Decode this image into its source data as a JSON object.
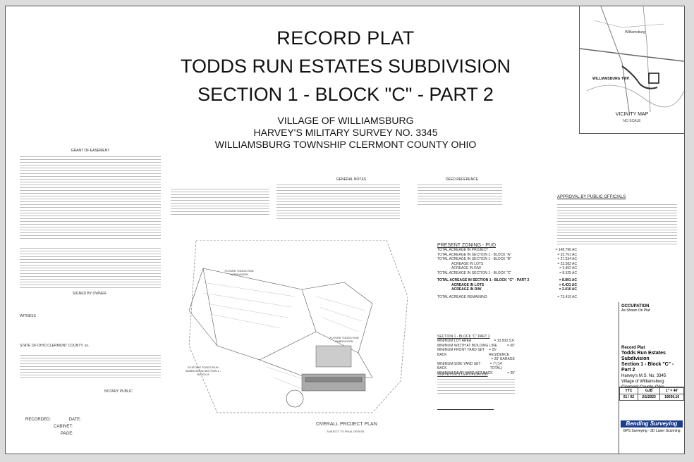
{
  "title": {
    "line1": "RECORD PLAT",
    "line2": "TODDS RUN ESTATES SUBDIVISION",
    "line3": "SECTION 1 - BLOCK \"C\" - PART 2"
  },
  "subtitle": {
    "line1": "VILLAGE OF WILLIAMSBURG",
    "line2": "HARVEY'S MILITARY SURVEY NO. 3345",
    "line3": "WILLIAMSBURG TOWNSHIP    CLERMONT COUNTY OHIO"
  },
  "vicinity": {
    "label": "VICINITY   MAP",
    "sub": "NO SCALE",
    "place1": "Williamsburg",
    "place2": "WILLIAMSBURG TWP."
  },
  "sections": {
    "grant": "GRANT OF EASEMENT",
    "general": "GENERAL NOTES",
    "deed": "DEED REFERENCE",
    "approval": "APPROVAL BY PUBLIC OFFICIALS",
    "owner": "SIGNED BY OWNER",
    "witness": "WITNESS",
    "state": "STATE OF OHIO      CLERMONT COUNTY, ss.",
    "notary": "NOTARY PUBLIC",
    "surveyor": "SURVEYOR'S CERTIFICATION"
  },
  "present_zoning": {
    "header": "PRESENT ZONING - PUD",
    "rows": [
      {
        "label": "TOTAL ACREAGE IN PROJECT",
        "value": "= 148.790 AC"
      },
      {
        "label": "TOTAL ACREAGE IN SECTION 1 - BLOCK \"A\"",
        "value": "= 33.761 AC"
      },
      {
        "label": "TOTAL ACREAGE IN SECTION 1 - BLOCK \"B\"",
        "value": "= 27.534 AC"
      },
      {
        "label": "ACREAGE IN LOTS",
        "value": "= 23.582 AC"
      },
      {
        "label": "ACREAGE IN R/W",
        "value": "= 3.952 AC"
      },
      {
        "label": "TOTAL ACREAGE IN SECTION 1 - BLOCK \"C\"",
        "value": "= 8.525 AC"
      }
    ],
    "bold_rows": [
      {
        "label": "TOTAL ACREAGE IN SECTION 1 - BLOCK \"C\" - PART 2",
        "value": "= 8.891 AC"
      },
      {
        "label": "ACREAGE IN LOTS",
        "value": "= 6.431 AC"
      },
      {
        "label": "ACREAGE IN R/W",
        "value": "= 2.010 AC"
      }
    ],
    "remaining": {
      "label": "TOTAL ACREAGE REMAINING",
      "value": "= 73.419 AC"
    }
  },
  "section_block": {
    "header": "SECTION 1 - BLOCK \"C\" PART 2",
    "rows": [
      {
        "label": "MINIMUM LOT AREA",
        "value": "= 10,500 S.F."
      },
      {
        "label": "MINIMUM WIDTH AT BUILDING LINE",
        "value": "= 60'"
      },
      {
        "label": "MINIMUM FRONT YARD SET BACK",
        "value": "= 25' RESIDENCE"
      },
      {
        "label": "",
        "value": "= 20' GARAGE"
      },
      {
        "label": "MINIMUM SIDE YARD SET BACK",
        "value": "= 7' (14' TOTAL)"
      },
      {
        "label": "MINIMUM REAR YARD SET BACK",
        "value": "= 25'"
      }
    ]
  },
  "map": {
    "caption": "OVERALL PROJECT PLAN",
    "subcaption": "SUBJECT TO FINAL DESIGN",
    "labels": [
      "FUTURE TODDS RUN SUBDIVISION",
      "FUTURE TODDS RUN SUBDIVISION",
      "EXISTING TODDS RUN SUBDIVISION SECTION 1 - BLOCK A"
    ]
  },
  "recorded": {
    "recorded": "RECORDED:",
    "date": "DATE:",
    "cabinet": "CABINET:",
    "page": "PAGE:"
  },
  "side_panel": {
    "occupation": "OCCUPATION",
    "occupation_sub": "As Shown On Plat",
    "record_plat": "Record Plat",
    "line1": "Todds Run Estates Subdivision",
    "line2": "Section 1 - Block \"C\" - Part 2",
    "line3": "Harvey's M.S. No. 3345",
    "line4": "Village of Williamsburg",
    "line5": "Clermont County, Ohio",
    "table": {
      "row1": [
        "YTC",
        "GJB",
        "1\" = 40'"
      ],
      "row2": [
        "01 / 02",
        "2/1/2023",
        "19030.10"
      ]
    },
    "brand": "Bending Surveying",
    "brand_sub": "GPS Surveying - 3D Laser Scanning"
  }
}
